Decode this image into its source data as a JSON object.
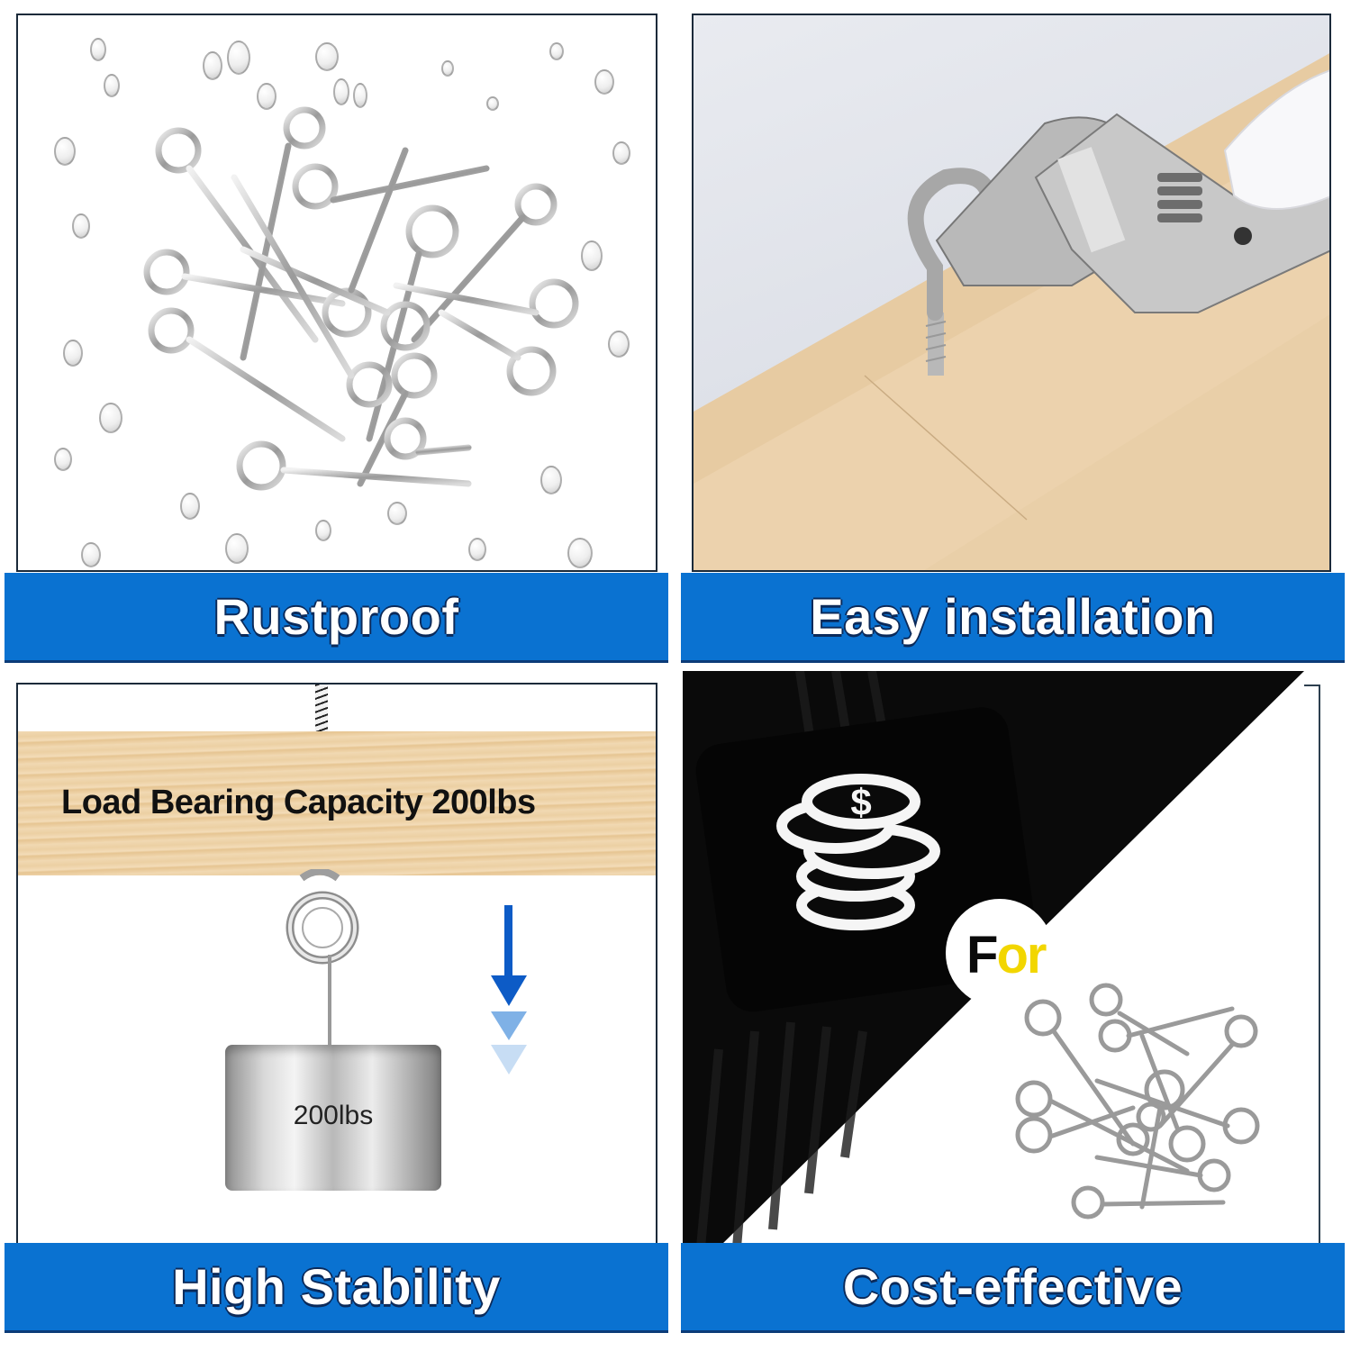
{
  "panels": {
    "rustproof": {
      "banner": "Rustproof",
      "image": "eye-screws-with-water-droplets"
    },
    "installation": {
      "banner": "Easy installation",
      "image": "wrench-turning-eye-screw-into-wood"
    },
    "stability": {
      "banner": "High Stability",
      "wood_label": "Load Bearing Capacity 200lbs",
      "weight_label": "200lbs",
      "image": "eye-screw-holding-weight"
    },
    "cost": {
      "banner": "Cost-effective",
      "badge_text_part1": "F",
      "badge_text_part2": "o",
      "badge_text_part3": "r",
      "image": "coin-stack-and-eye-screws"
    }
  },
  "colors": {
    "banner_blue": "#0a72d1",
    "banner_edge": "#0b3b78",
    "arrow_blue": "#0d5bc6",
    "accent_yellow": "#f2d600"
  }
}
